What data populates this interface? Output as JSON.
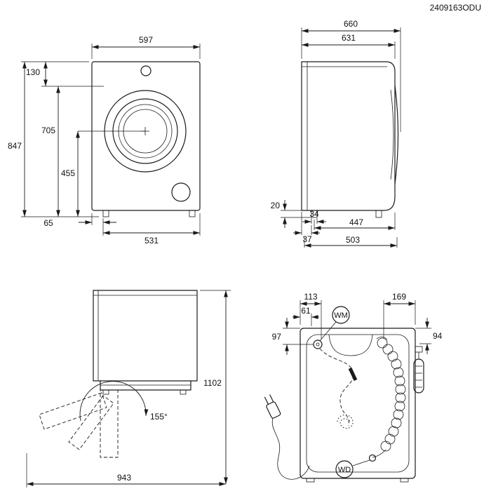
{
  "doc_code": "2409163ODU",
  "front": {
    "width": "597",
    "height": "847",
    "top_offset": "130",
    "door_top": "705",
    "door_center": "455",
    "foot_offset": "65",
    "feet_span": "531"
  },
  "side": {
    "total_depth": "660",
    "body_depth": "631",
    "foot_height": "20",
    "foot_width": "34",
    "rear_offset": "37",
    "feet_span": "447",
    "base_depth": "503"
  },
  "open": {
    "total_height": "1102",
    "open_depth": "943",
    "angle": "155°"
  },
  "rear": {
    "inlet_x": "113",
    "cord_x": "61",
    "drain_x": "169",
    "inlet_y": "97",
    "drain_y": "94",
    "wm": "WM",
    "wd": "WD"
  }
}
